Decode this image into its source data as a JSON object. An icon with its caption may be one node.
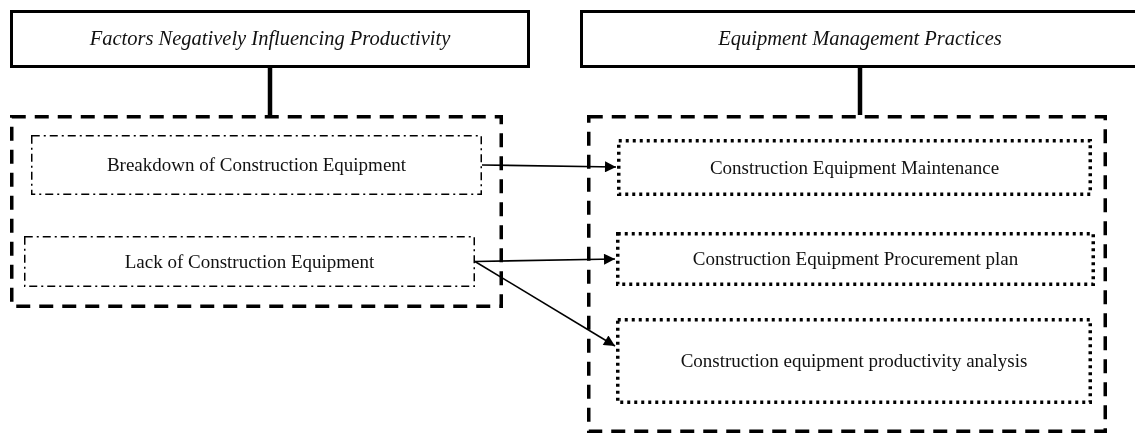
{
  "diagram": {
    "nodes": [
      {
        "text": [
          "Factors Negatively Influencing Productivity"
        ]
      },
      {
        "text": [],
        "shape": "box"
      },
      {
        "text": [
          "Breakdown of Construction Equipment"
        ],
        "in": 1
      },
      {
        "text": [
          "Lack of Construction Equipment"
        ],
        "in": 1
      },
      {
        "text": [
          "Equipment Management Practices"
        ]
      },
      {
        "text": [],
        "shape": "box"
      },
      {
        "text": [
          "Construction Equipment Maintenance"
        ],
        "in": 5
      },
      {
        "text": [
          "Construction Equipment Procurement plan"
        ],
        "in": 5
      },
      {
        "text": [
          "Construction equipment productivity analysis"
        ],
        "in": 5
      }
    ],
    "edges": [
      {
        "from": 0,
        "to": 1,
        "arrow": "none",
        "style": "thick"
      },
      {
        "from": 4,
        "to": 5,
        "arrow": "none",
        "style": "thick"
      },
      {
        "from": 2,
        "to": 6,
        "arrow": "to"
      },
      {
        "from": 3,
        "to": 7,
        "arrow": "to"
      },
      {
        "from": 3,
        "to": 8,
        "arrow": "to"
      }
    ]
  }
}
